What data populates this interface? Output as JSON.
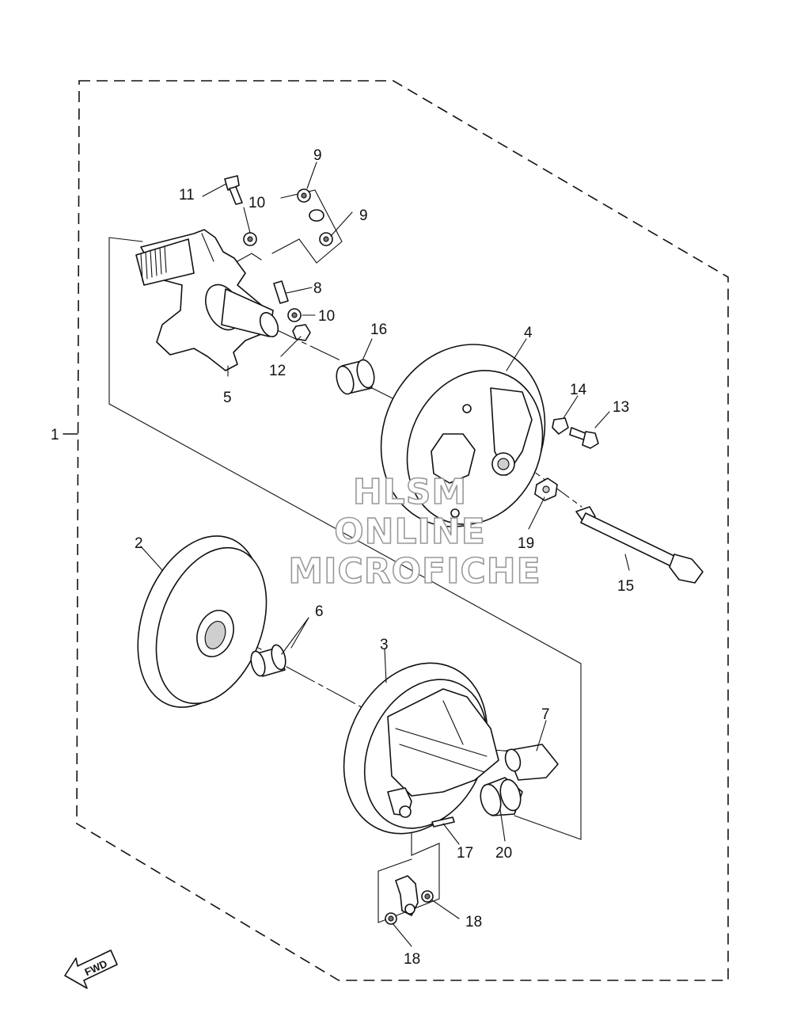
{
  "diagram": {
    "callouts": [
      "1",
      "2",
      "3",
      "4",
      "5",
      "6",
      "7",
      "8",
      "9",
      "9",
      "10",
      "10",
      "11",
      "12",
      "13",
      "14",
      "15",
      "16",
      "17",
      "18",
      "18",
      "19",
      "20"
    ],
    "watermark": [
      "HLSM",
      "ONLINE",
      "MICROFICHE"
    ],
    "direction_label": "FWD"
  },
  "colors": {
    "line": "#111111",
    "watermark_outline": "#9a9a9a"
  }
}
